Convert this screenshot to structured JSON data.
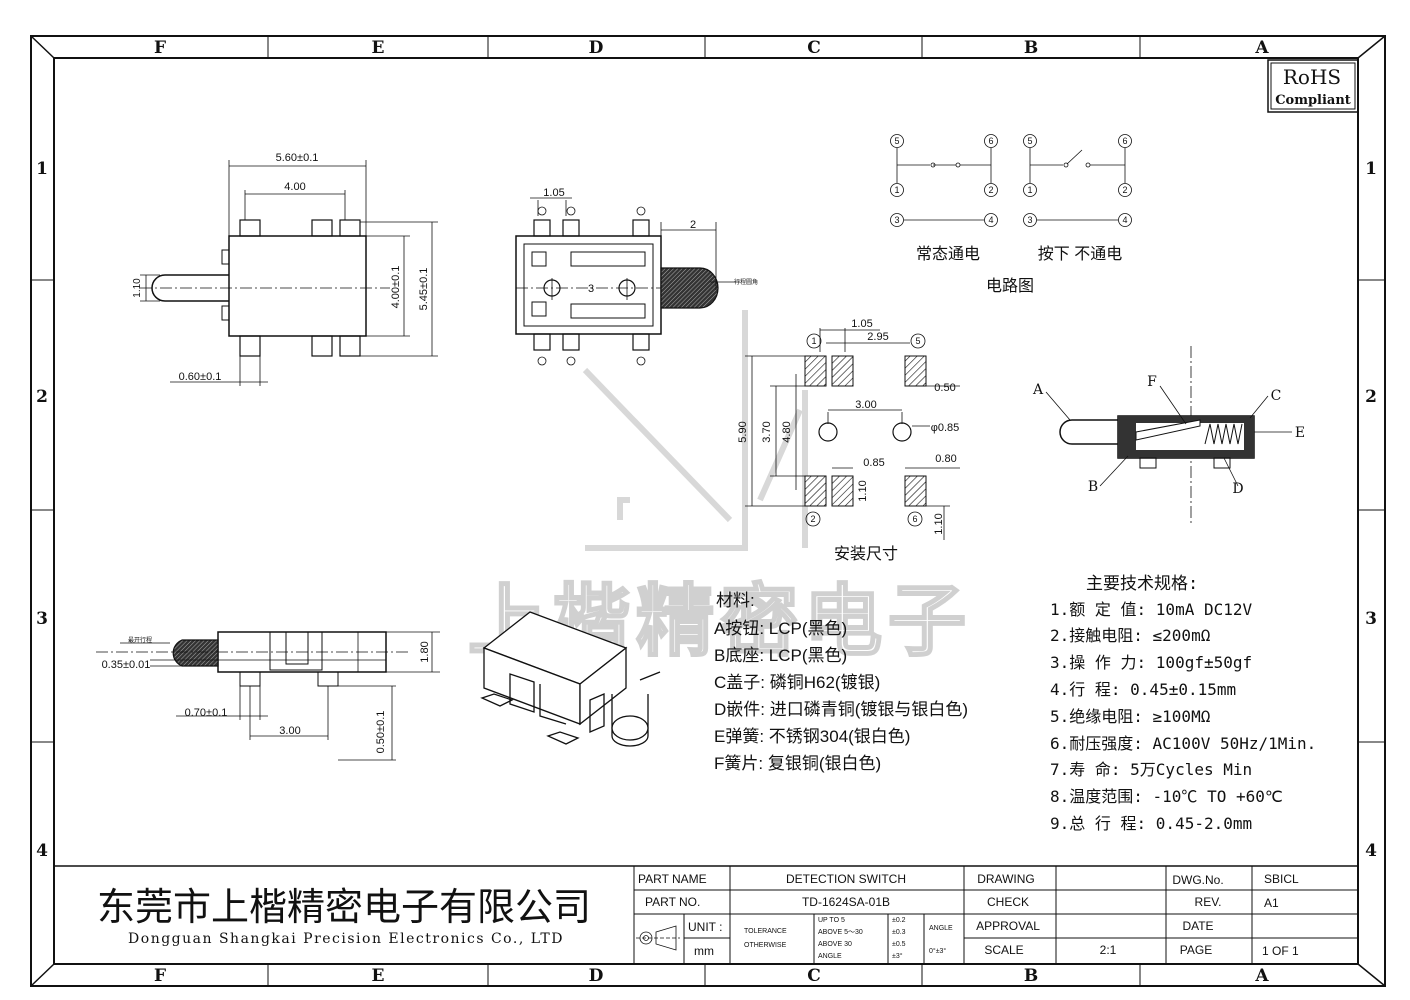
{
  "grid": {
    "columns": [
      "F",
      "E",
      "D",
      "C",
      "B",
      "A"
    ],
    "rows": [
      "1",
      "2",
      "3",
      "4"
    ]
  },
  "rohs": {
    "line1": "RoHS",
    "line2": "Compliant"
  },
  "dims": {
    "top_width": "5.60±0.1",
    "top_inner": "4.00",
    "top_height": "4.00±0.1",
    "top_height2": "5.45±0.1",
    "top_stem": "1.10",
    "top_pin": "0.60±0.1",
    "mid_105": "1.05",
    "mid_2": "2",
    "mid_3": "3",
    "mid_stroke_note": "行程圆角",
    "pad_105": "1.05",
    "pad_295": "2.95",
    "pad_050": "0.50",
    "pad_300": "3.00",
    "pad_hole": "φ0.85",
    "pad_085": "0.85",
    "pad_080": "0.80",
    "pad_590": "5.90",
    "pad_370": "3.70",
    "pad_480": "4.80",
    "pad_110a": "1.10",
    "pad_110b": "1.10",
    "side_035": "0.35±0.01",
    "side_note": "最开行程",
    "side_180": "1.80",
    "side_070": "0.70±0.1",
    "side_300": "3.00",
    "side_050": "0.50±0.1"
  },
  "circuit": {
    "caption_left": "常态通电",
    "caption_right": "按下 不通电",
    "title": "电路图",
    "pins": [
      "5",
      "6",
      "1",
      "2",
      "3",
      "4"
    ]
  },
  "mount": {
    "title": "安装尺寸",
    "pins": [
      "1",
      "5",
      "2",
      "6"
    ]
  },
  "section": {
    "labels": [
      "A",
      "F",
      "C",
      "E",
      "B",
      "D"
    ]
  },
  "watermark": "上楷精密电子",
  "materials": {
    "title": "材料:",
    "items": [
      "A按钮: LCP(黑色)",
      "B底座: LCP(黑色)",
      "C盖子: 磷铜H62(镀银)",
      "D嵌件: 进口磷青铜(镀银与银白色)",
      "E弹簧: 不锈钢304(银白色)",
      "F簧片: 复银铜(银白色)"
    ]
  },
  "specs": {
    "title": "主要技术规格:",
    "items": [
      "1.额 定 值: 10mA DC12V",
      "2.接触电阻: ≤200mΩ",
      "3.操 作 力: 100gf±50gf",
      "4.行    程: 0.45±0.15mm",
      "5.绝缘电阻: ≥100MΩ",
      "6.耐压强度: AC100V 50Hz/1Min.",
      "7.寿    命: 5万Cycles Min",
      "8.温度范围: -10℃ TO +60℃",
      "9.总 行 程: 0.45-2.0mm"
    ]
  },
  "title_block": {
    "company_cn": "东莞市上楷精密电子有限公司",
    "company_en": "Dongguan Shangkai Precision Electronics Co., LTD",
    "part_name_label": "PART NAME",
    "part_name": "DETECTION SWITCH",
    "part_no_label": "PART NO.",
    "part_no": "TD-1624SA-01B",
    "unit_label": "UNIT :",
    "unit": "mm",
    "tolerance_label": "TOLERANCE",
    "otherwise_label": "OTHERWISE",
    "tol_rows": [
      {
        "range": "UP TO 5",
        "value": "±0.2"
      },
      {
        "range": "ABOVE 5～30",
        "value": "±0.3"
      },
      {
        "range": "ABOVE 30",
        "value": "±0.5"
      },
      {
        "range": "ANGLE",
        "value": "±3°"
      }
    ],
    "angle_label": "ANGLE",
    "angle_value": "0°±3°",
    "drawing_label": "DRAWING",
    "check_label": "CHECK",
    "approval_label": "APPROVAL",
    "scale_label": "SCALE",
    "scale": "2:1",
    "dwg_label": "DWG.No.",
    "dwg_no": "SBICL",
    "rev_label": "REV.",
    "rev": "A1",
    "date_label": "DATE",
    "page_label": "PAGE",
    "page": "1 OF 1"
  }
}
